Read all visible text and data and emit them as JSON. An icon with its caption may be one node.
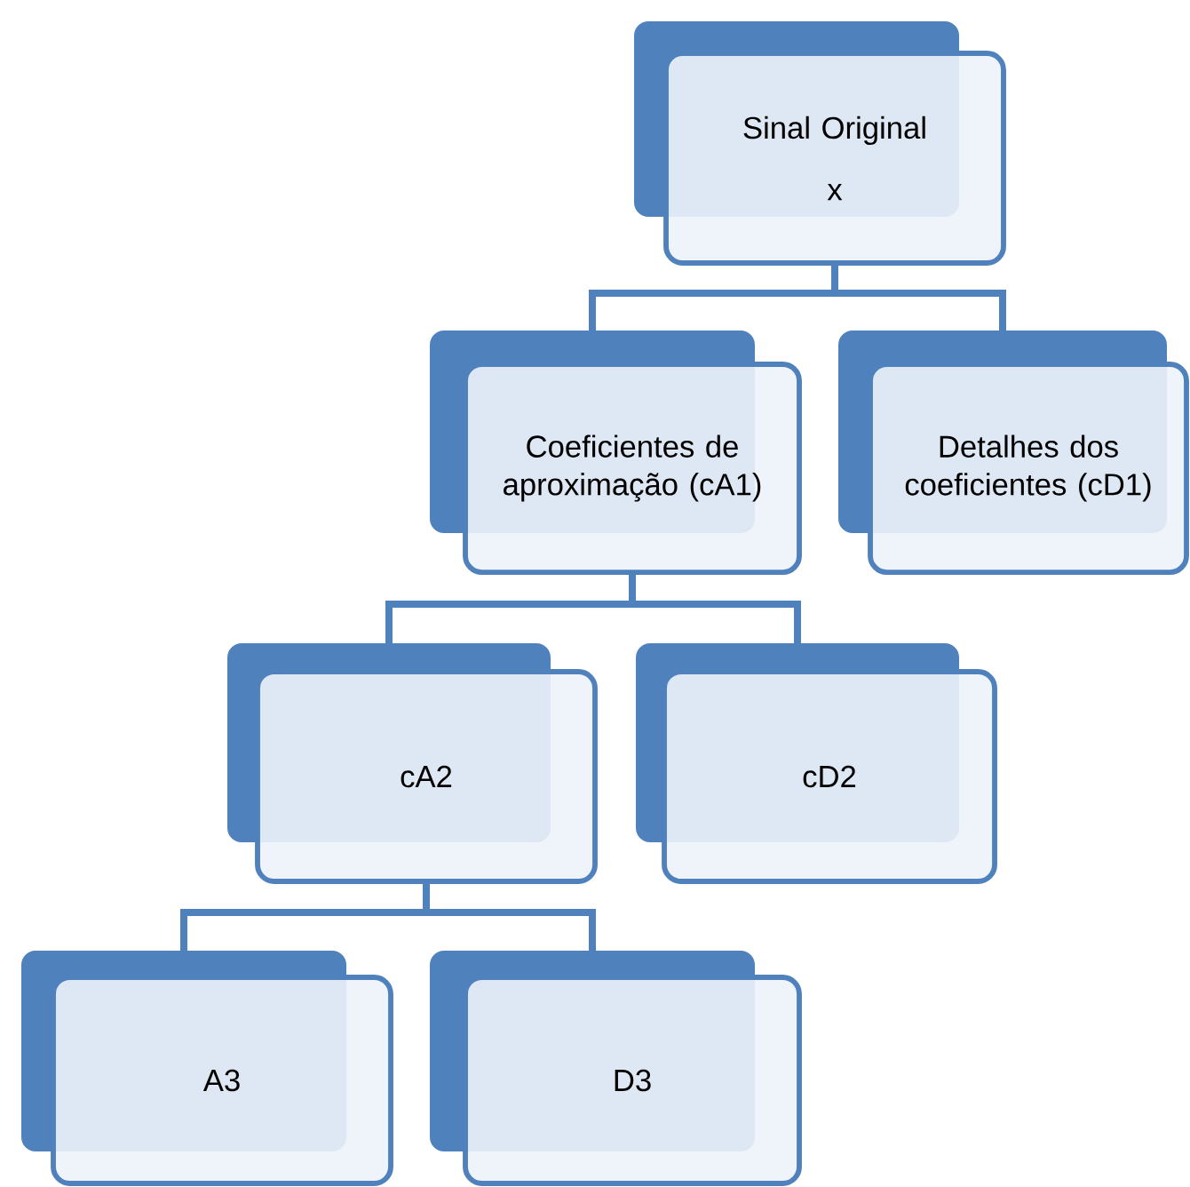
{
  "diagram": {
    "nodes": [
      {
        "text": [
          "Sinal Original",
          "x"
        ]
      },
      {
        "text": [
          "Coeficientes de aproximação (cA1)"
        ]
      },
      {
        "text": [
          "Detalhes dos coeficientes (cD1)"
        ]
      },
      {
        "text": [
          "cA2"
        ]
      },
      {
        "text": [
          "cD2"
        ]
      },
      {
        "text": [
          "A3"
        ]
      },
      {
        "text": [
          "D3"
        ]
      }
    ],
    "edges": [
      {
        "from": 0,
        "to": 1,
        "arrow": "none"
      },
      {
        "from": 0,
        "to": 2,
        "arrow": "none"
      },
      {
        "from": 1,
        "to": 3,
        "arrow": "none"
      },
      {
        "from": 1,
        "to": 4,
        "arrow": "none"
      },
      {
        "from": 3,
        "to": 5,
        "arrow": "none"
      },
      {
        "from": 3,
        "to": 6,
        "arrow": "none"
      }
    ]
  }
}
